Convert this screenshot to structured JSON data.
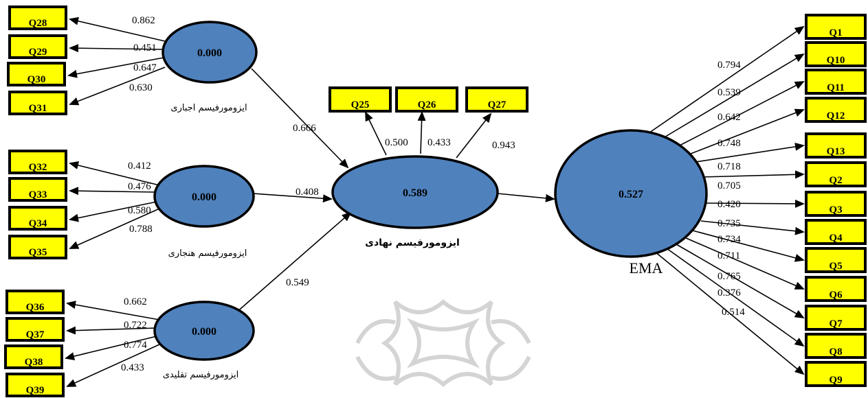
{
  "latent_nodes": {
    "coercive": {
      "value": "0.000",
      "label": "ایزومورفیسم اجباری"
    },
    "normative": {
      "value": "0.000",
      "label": "ایزومورفیسم هنجاری"
    },
    "mimetic": {
      "value": "0.000",
      "label": "ایزومورفیسم تقلیدی"
    },
    "institutional": {
      "value": "0.589",
      "label": "ایزومورفیسم نهادی"
    },
    "ema": {
      "value": "0.527",
      "label": "EMA"
    }
  },
  "indicators": {
    "coercive": [
      {
        "name": "Q28",
        "loading": "0.862"
      },
      {
        "name": "Q29",
        "loading": "0.451"
      },
      {
        "name": "Q30",
        "loading": "0.647"
      },
      {
        "name": "Q31",
        "loading": "0.630"
      }
    ],
    "normative": [
      {
        "name": "Q32",
        "loading": "0.412"
      },
      {
        "name": "Q33",
        "loading": "0.476"
      },
      {
        "name": "Q34",
        "loading": "0.580"
      },
      {
        "name": "Q35",
        "loading": "0.788"
      }
    ],
    "mimetic": [
      {
        "name": "Q36",
        "loading": "0.662"
      },
      {
        "name": "Q37",
        "loading": "0.722"
      },
      {
        "name": "Q38",
        "loading": "0.774"
      },
      {
        "name": "Q39",
        "loading": "0.433"
      }
    ],
    "institutional": [
      {
        "name": "Q25",
        "loading": "0.500"
      },
      {
        "name": "Q26",
        "loading": "0.433"
      },
      {
        "name": "Q27",
        "loading": "0.943"
      }
    ],
    "ema": [
      {
        "name": "Q1",
        "loading": "0.794"
      },
      {
        "name": "Q10",
        "loading": "0.539"
      },
      {
        "name": "Q11",
        "loading": "0.642"
      },
      {
        "name": "Q12",
        "loading": "0.748"
      },
      {
        "name": "Q13",
        "loading": "0.718"
      },
      {
        "name": "Q2",
        "loading": "0.705"
      },
      {
        "name": "Q3",
        "loading": "0.420"
      },
      {
        "name": "Q4",
        "loading": "0.735"
      },
      {
        "name": "Q5",
        "loading": "0.734"
      },
      {
        "name": "Q6",
        "loading": "0.711"
      },
      {
        "name": "Q7",
        "loading": "0.765"
      },
      {
        "name": "Q8",
        "loading": "0.376"
      },
      {
        "name": "Q9",
        "loading": "0.514"
      }
    ]
  },
  "paths": {
    "coercive_to_institutional": "0.666",
    "normative_to_institutional": "0.408",
    "mimetic_to_institutional": "0.549"
  },
  "colors": {
    "node_fill": "#4f81bd",
    "indicator_fill": "#ffff00",
    "stroke": "#000000",
    "watermark": "#d4d4d4"
  }
}
